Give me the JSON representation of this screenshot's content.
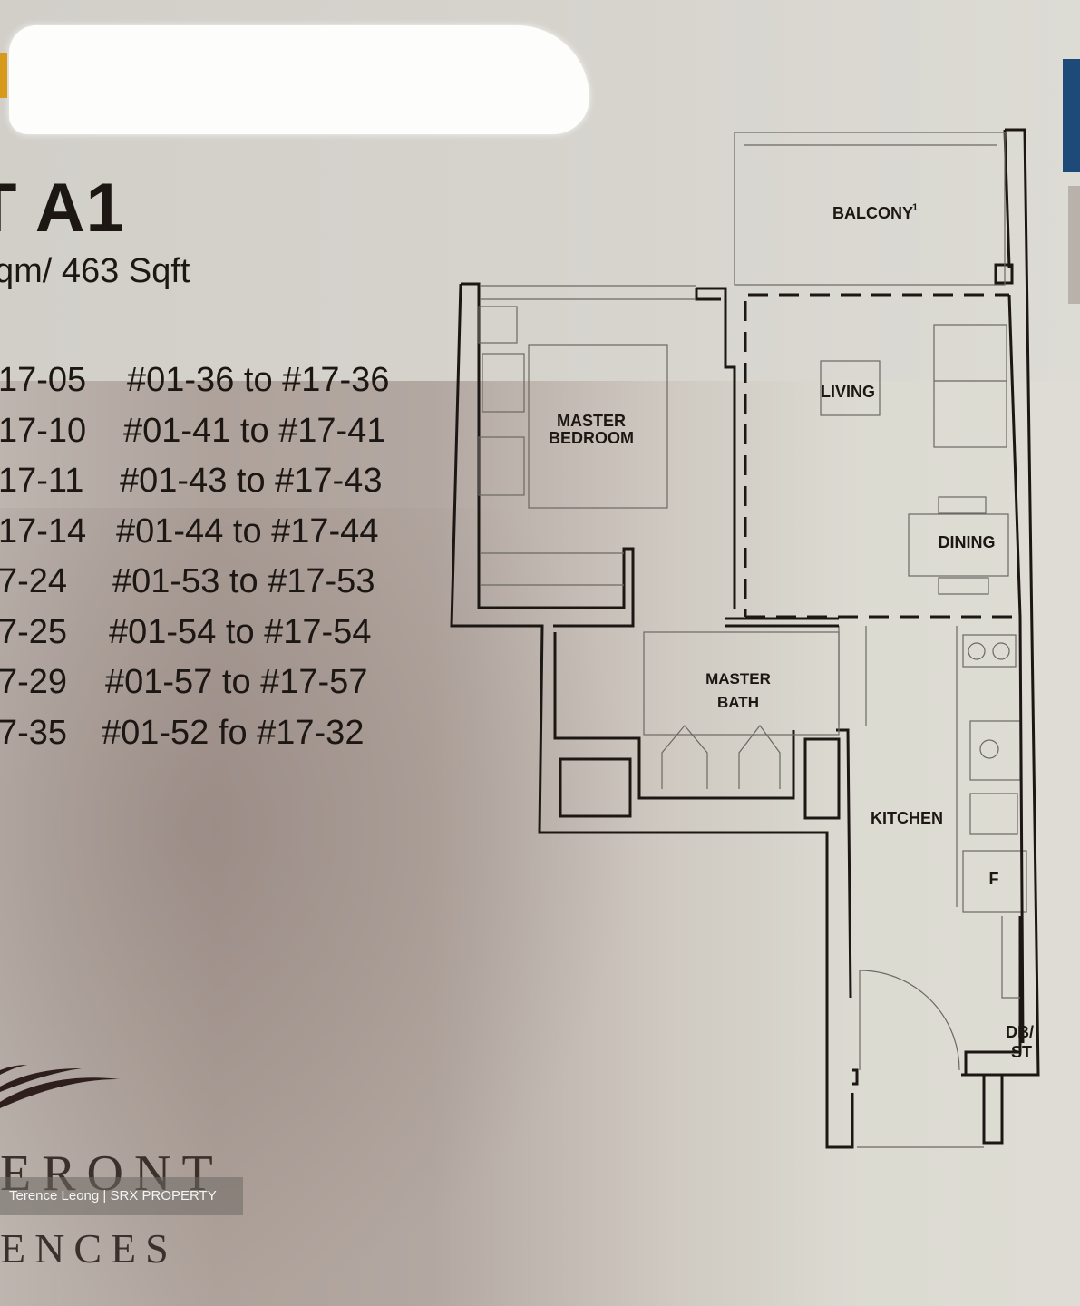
{
  "header": {
    "unit_type": "T A1",
    "area": "qm/ 463 Sqft"
  },
  "unit_numbers": [
    {
      "left": "17-05",
      "right": "#01-36 to #17-36"
    },
    {
      "left": "17-10",
      "right": "#01-41 to #17-41"
    },
    {
      "left": "17-11",
      "right": "#01-43 to #17-43"
    },
    {
      "left": "17-14",
      "right": "#01-44 to #17-44"
    },
    {
      "left": "7-24",
      "right": "#01-53 to #17-53"
    },
    {
      "left": "7-25",
      "right": "#01-54 to #17-54"
    },
    {
      "left": "7-29",
      "right": "#01-57 to #17-57"
    },
    {
      "left": "7-35",
      "right": "#01-52 fo #17-32"
    }
  ],
  "floor_plan": {
    "rooms": {
      "balcony": "BALCONY",
      "balcony_note": "1",
      "master_bedroom_1": "MASTER",
      "master_bedroom_2": "BEDROOM",
      "living": "LIVING",
      "dining": "DINING",
      "master_bath_1": "MASTER",
      "master_bath_2": "BATH",
      "kitchen": "KITCHEN",
      "fridge": "F",
      "db_1": "DB/",
      "db_2": "ST"
    }
  },
  "branding": {
    "line1": "ERONT",
    "line2": "ENCES"
  },
  "watermark": "Terence Leong | SRX PROPERTY",
  "colors": {
    "ink": "#1d1714",
    "accent_tab": "#1d4a78",
    "redaction": "#fdfdfc"
  }
}
